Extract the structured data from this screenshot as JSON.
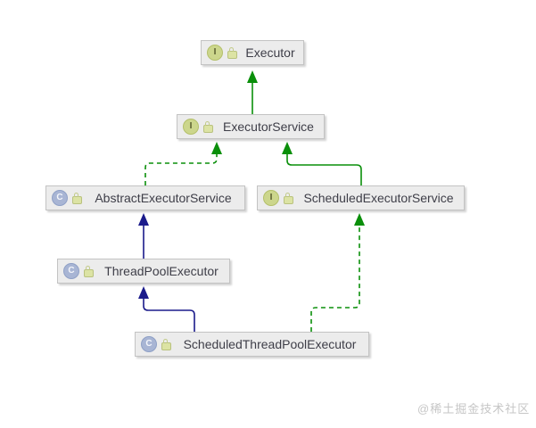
{
  "diagram": {
    "type": "uml-class-diagram",
    "nodes": [
      {
        "label": "Executor",
        "kind": "interface"
      },
      {
        "label": "ExecutorService",
        "kind": "interface"
      },
      {
        "label": "AbstractExecutorService",
        "kind": "class"
      },
      {
        "label": "ScheduledExecutorService",
        "kind": "interface"
      },
      {
        "label": "ThreadPoolExecutor",
        "kind": "class"
      },
      {
        "label": "ScheduledThreadPoolExecutor",
        "kind": "class"
      }
    ],
    "edges": [
      {
        "from": "ExecutorService",
        "to": "Executor",
        "relation": "extends",
        "line": "solid",
        "color": "green"
      },
      {
        "from": "AbstractExecutorService",
        "to": "ExecutorService",
        "relation": "implements",
        "line": "dashed",
        "color": "green"
      },
      {
        "from": "ScheduledExecutorService",
        "to": "ExecutorService",
        "relation": "extends",
        "line": "solid",
        "color": "green"
      },
      {
        "from": "ThreadPoolExecutor",
        "to": "AbstractExecutorService",
        "relation": "extends",
        "line": "solid",
        "color": "blue"
      },
      {
        "from": "ScheduledThreadPoolExecutor",
        "to": "ThreadPoolExecutor",
        "relation": "extends",
        "line": "solid",
        "color": "blue"
      },
      {
        "from": "ScheduledThreadPoolExecutor",
        "to": "ScheduledExecutorService",
        "relation": "implements",
        "line": "dashed",
        "color": "green"
      }
    ],
    "icons": {
      "interface_letter": "I",
      "class_letter": "C",
      "modifier": "lock-icon"
    },
    "colors": {
      "edge_green": "#0a8f0a",
      "edge_blue": "#1b1b8b",
      "node_bg": "#ececec",
      "node_border": "#c3c3c3"
    }
  },
  "watermark": {
    "text": "@稀土掘金技术社区"
  }
}
